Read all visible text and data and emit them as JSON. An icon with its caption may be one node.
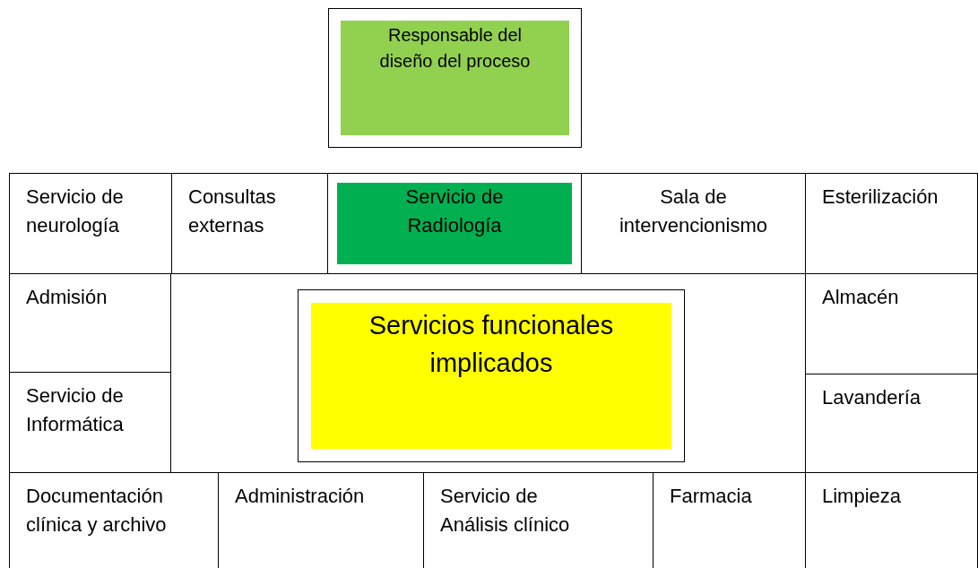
{
  "diagram": {
    "nodes": [
      {
        "text": [
          "Responsable del diseño del proceso"
        ]
      },
      {
        "text": [
          "Servicio de neurología"
        ]
      },
      {
        "text": [
          "Consultas externas"
        ]
      },
      {
        "text": [
          "Servicio de Radiología"
        ]
      },
      {
        "text": [
          "Sala de intervencionismo"
        ]
      },
      {
        "text": [
          "Esterilización"
        ]
      },
      {
        "text": [
          "Admisión"
        ]
      },
      {
        "text": [
          "Servicios funcionales implicados"
        ]
      },
      {
        "text": [
          "Almacén"
        ]
      },
      {
        "text": [
          "Servicio de Informática"
        ]
      },
      {
        "text": [
          "Lavandería"
        ]
      },
      {
        "text": [
          "Documentación clínica y archivo"
        ]
      },
      {
        "text": [
          "Administración"
        ]
      },
      {
        "text": [
          "Servicio de Análisis clínico"
        ]
      },
      {
        "text": [
          "Farmacia"
        ]
      },
      {
        "text": [
          "Limpieza"
        ]
      }
    ]
  }
}
